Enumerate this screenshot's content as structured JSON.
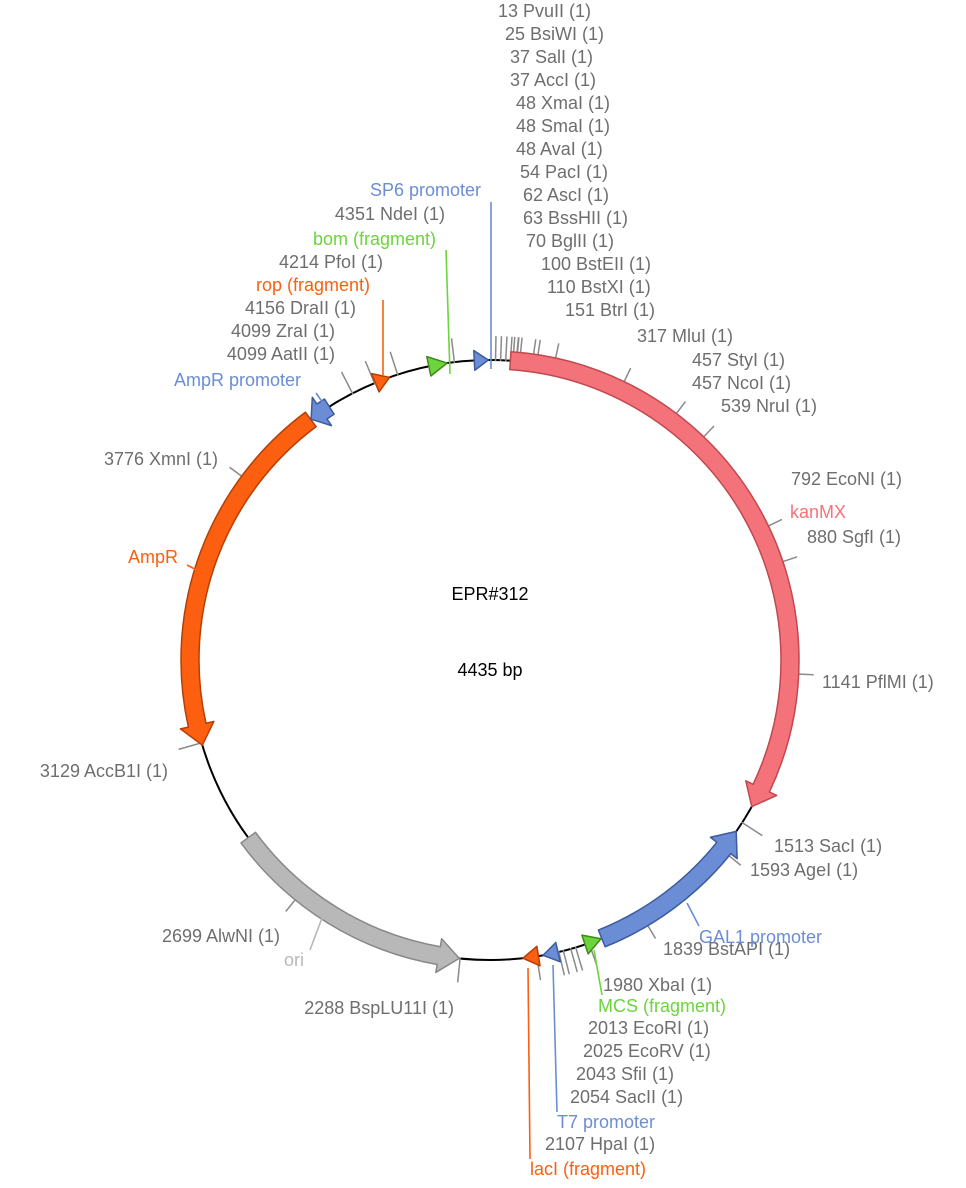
{
  "plasmid": {
    "name": "EPR#312",
    "size_label": "4435 bp",
    "length_bp": 4435
  },
  "colors": {
    "site_label": "#6e6e6e",
    "tick": "#8a8a8a",
    "backbone": "#000000",
    "kanMX": "#f07a7e",
    "AmpR": "#fb5f0f",
    "promoter": "#6b8dd6",
    "fragment_green": "#6cd43c",
    "ori": "#b0b0b0"
  },
  "features": [
    {
      "id": "kanMX",
      "label": "kanMX",
      "type": "arrow",
      "start": 48,
      "end": 1469,
      "strand": 1,
      "color": "#f4737a",
      "stroke": "#c0484e",
      "label_color": "#f4737a"
    },
    {
      "id": "GAL1-promoter",
      "label": "GAL1 promoter",
      "type": "arrow",
      "start": 1538,
      "end": 1948,
      "strand": -1,
      "color": "#6b8dd6",
      "stroke": "#3d5a9c",
      "label_color": "#6b8dd6"
    },
    {
      "id": "MCS",
      "label": "MCS (fragment)",
      "type": "triangle",
      "start": 1950,
      "end": 1990,
      "strand": -1,
      "color": "#6cd43c",
      "stroke": "#3f8a1a",
      "label_color": "#6cd43c"
    },
    {
      "id": "T7-promoter",
      "label": "T7 promoter",
      "type": "triangle",
      "start": 2056,
      "end": 2092,
      "strand": 1,
      "color": "#6b8dd6",
      "stroke": "#3d5a9c",
      "label_color": "#6b8dd6"
    },
    {
      "id": "lacI",
      "label": "lacI (fragment)",
      "type": "triangle",
      "start": 2103,
      "end": 2140,
      "strand": 1,
      "color": "#fb5f0f",
      "stroke": "#b53f05",
      "label_color": "#fb5f0f"
    },
    {
      "id": "ori",
      "label": "ori",
      "type": "arrow",
      "start": 2290,
      "end": 2879,
      "strand": -1,
      "color": "#b8b8b8",
      "stroke": "#888888",
      "label_color": "#b8b8b8"
    },
    {
      "id": "AmpR",
      "label": "AmpR",
      "type": "arrow",
      "start": 3123,
      "end": 3983,
      "strand": -1,
      "color": "#fb5f0f",
      "stroke": "#b53f05",
      "label_color": "#fb5f0f"
    },
    {
      "id": "AmpR-promoter",
      "label": "AmpR promoter",
      "type": "arrow",
      "start": 3984,
      "end": 4036,
      "strand": -1,
      "color": "#6b8dd6",
      "stroke": "#3d5a9c",
      "label_color": "#6b8dd6"
    },
    {
      "id": "rop",
      "label": "rop (fragment)",
      "type": "triangle",
      "start": 4158,
      "end": 4194,
      "strand": 1,
      "color": "#fb5f0f",
      "stroke": "#b53f05",
      "label_color": "#fb5f0f"
    },
    {
      "id": "bom",
      "label": "bom (fragment)",
      "type": "triangle",
      "start": 4290,
      "end": 4334,
      "strand": 1,
      "color": "#6cd43c",
      "stroke": "#3f8a1a",
      "label_color": "#6cd43c"
    },
    {
      "id": "SP6-promoter",
      "label": "SP6 promoter",
      "type": "triangle",
      "start": 4398,
      "end": 4431,
      "strand": 1,
      "color": "#6b8dd6",
      "stroke": "#3d5a9c",
      "label_color": "#6b8dd6"
    }
  ],
  "feature_label_texts": {
    "kanMX": "kanMX",
    "GAL1-promoter": "GAL1 promoter",
    "MCS": "MCS (fragment)",
    "T7-promoter": "T7 promoter",
    "lacI": "lacI (fragment)",
    "ori": "ori",
    "AmpR": "AmpR",
    "AmpR-promoter": "AmpR promoter",
    "rop": "rop (fragment)",
    "bom": "bom (fragment)",
    "SP6-promoter": "SP6 promoter"
  },
  "sites": [
    {
      "position": 13,
      "label": "13 PvuII (1)"
    },
    {
      "position": 25,
      "label": "25 BsiWI (1)"
    },
    {
      "position": 37,
      "label": "37 SalI (1)"
    },
    {
      "position": 37,
      "label": "37 AccI (1)"
    },
    {
      "position": 48,
      "label": "48 XmaI (1)"
    },
    {
      "position": 48,
      "label": "48 SmaI (1)"
    },
    {
      "position": 48,
      "label": "48 AvaI (1)"
    },
    {
      "position": 54,
      "label": "54 PacI (1)"
    },
    {
      "position": 62,
      "label": "62 AscI (1)"
    },
    {
      "position": 63,
      "label": "63 BssHII (1)"
    },
    {
      "position": 70,
      "label": "70 BglII (1)"
    },
    {
      "position": 100,
      "label": "100 BstEII (1)"
    },
    {
      "position": 110,
      "label": "110 BstXI (1)"
    },
    {
      "position": 151,
      "label": "151 BtrI (1)"
    },
    {
      "position": 317,
      "label": "317 MluI (1)"
    },
    {
      "position": 457,
      "label": "457 StyI (1)"
    },
    {
      "position": 457,
      "label": "457 NcoI (1)"
    },
    {
      "position": 539,
      "label": "539 NruI (1)"
    },
    {
      "position": 792,
      "label": "792 EcoNI (1)"
    },
    {
      "position": 880,
      "label": "880 SgfI (1)"
    },
    {
      "position": 1141,
      "label": "1141 PflMI (1)"
    },
    {
      "position": 1513,
      "label": "1513 SacI (1)"
    },
    {
      "position": 1593,
      "label": "1593 AgeI (1)"
    },
    {
      "position": 1839,
      "label": "1839 BstAPI (1)"
    },
    {
      "position": 1980,
      "label": "1980 XbaI (1)"
    },
    {
      "position": 2013,
      "label": "2013 EcoRI (1)"
    },
    {
      "position": 2025,
      "label": "2025 EcoRV (1)"
    },
    {
      "position": 2043,
      "label": "2043 SfiI (1)"
    },
    {
      "position": 2054,
      "label": "2054 SacII (1)"
    },
    {
      "position": 2107,
      "label": "2107 HpaI (1)"
    },
    {
      "position": 2288,
      "label": "2288 BspLU11I (1)"
    },
    {
      "position": 2699,
      "label": "2699 AlwNI (1)"
    },
    {
      "position": 3129,
      "label": "3129 AccB1I (1)"
    },
    {
      "position": 3776,
      "label": "3776 XmnI (1)"
    },
    {
      "position": 4099,
      "label": "4099 AatII (1)"
    },
    {
      "position": 4099,
      "label": "4099 ZraI (1)"
    },
    {
      "position": 4156,
      "label": "4156 DraII (1)"
    },
    {
      "position": 4214,
      "label": "4214 PfoI (1)"
    },
    {
      "position": 4351,
      "label": "4351 NdeI (1)"
    }
  ]
}
